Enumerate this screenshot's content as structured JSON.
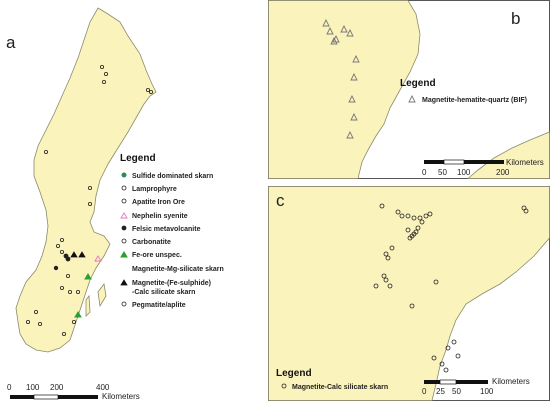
{
  "panels": {
    "a": {
      "letter": "a",
      "legend": {
        "title": "Legend",
        "items": [
          {
            "label": "Sulfide dominated skarn",
            "symbol": "circle-filled",
            "color": "#2e8b57"
          },
          {
            "label": "Lamprophyre",
            "symbol": "circle-open",
            "color": "#222222"
          },
          {
            "label": "Apatite Iron Ore",
            "symbol": "circle-open",
            "color": "#222222"
          },
          {
            "label": "Nephelin syenite",
            "symbol": "triangle-open",
            "color": "#e377c2"
          },
          {
            "label": "Felsic metavolcanite",
            "symbol": "circle-filled",
            "color": "#111111"
          },
          {
            "label": "Carbonatite",
            "symbol": "circle-open",
            "color": "#222222"
          },
          {
            "label": "Fe-ore unspec.",
            "symbol": "triangle-filled",
            "color": "#2ca02c"
          },
          {
            "label": "Magnetite-Mg-silicate skarn",
            "symbol": "none",
            "color": "#222222"
          },
          {
            "label": "Magnetite-(Fe-sulphide)",
            "symbol": "triangle-filled",
            "color": "#111111"
          },
          {
            "label": "-Calc silicate skarn",
            "symbol": "none",
            "color": "#222222"
          },
          {
            "label": "Pegmatite/aplite",
            "symbol": "circle-open",
            "color": "#222222"
          }
        ]
      },
      "scale": {
        "ticks": [
          "0",
          "100",
          "200",
          "400"
        ],
        "unit": "Kilometers"
      }
    },
    "b": {
      "letter": "b",
      "legend": {
        "title": "Legend",
        "items": [
          {
            "label": "Magnetite-hematite-quartz (BIF)",
            "symbol": "triangle-open",
            "color": "#777777"
          }
        ]
      },
      "scale": {
        "ticks": [
          "0",
          "50",
          "100",
          "200"
        ],
        "unit": "Kilometers"
      }
    },
    "c": {
      "letter": "c",
      "legend": {
        "title": "Legend",
        "items": [
          {
            "label": "Magnetite-Calc silicate skarn",
            "symbol": "circle-open",
            "color": "#222222"
          }
        ]
      },
      "scale": {
        "ticks": [
          "0",
          "25",
          "50",
          "100"
        ],
        "unit": "Kilometers"
      }
    }
  },
  "colors": {
    "land": "#fbf3bc",
    "frame": "#555555"
  }
}
